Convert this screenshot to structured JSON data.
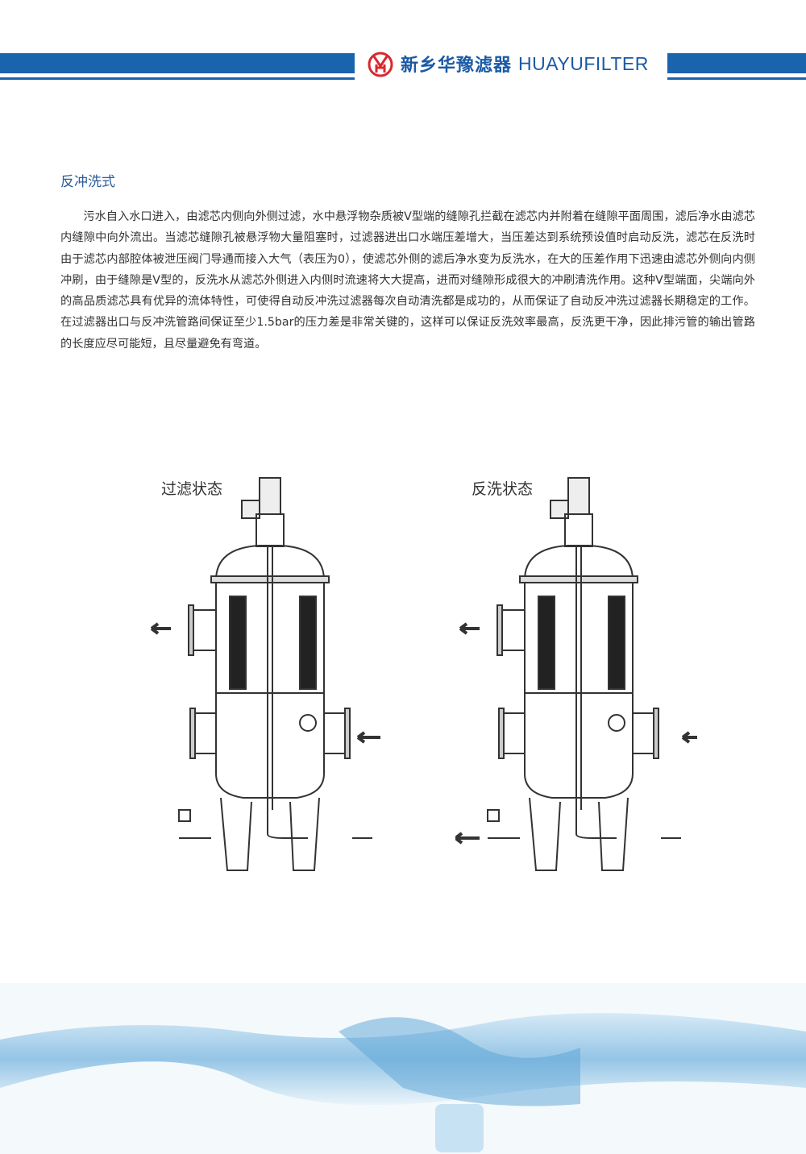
{
  "header": {
    "brand_cn": "新乡华豫滤器",
    "brand_en": "HUAYUFILTER",
    "brand_color": "#1a64ad",
    "logo_color": "#d8282f"
  },
  "section": {
    "title": "反冲洗式",
    "body": "污水自入水口进入，由滤芯内侧向外侧过滤，水中悬浮物杂质被V型端的缝隙孔拦截在滤芯内并附着在缝隙平面周围，滤后净水由滤芯内缝隙中向外流出。当滤芯缝隙孔被悬浮物大量阻塞时，过滤器进出口水端压差增大，当压差达到系统预设值时启动反洗，滤芯在反洗时由于滤芯内部腔体被泄压阀门导通而接入大气（表压为0），使滤芯外侧的滤后净水变为反洗水，在大的压差作用下迅速由滤芯外侧向内侧冲刷，由于缝隙是V型的，反洗水从滤芯外侧进入内侧时流速将大大提高，进而对缝隙形成很大的冲刷清洗作用。这种V型端面，尖端向外的高品质滤芯具有优异的流体特性，可使得自动反冲洗过滤器每次自动清洗都是成功的，从而保证了自动反冲洗过滤器长期稳定的工作。在过滤器出口与反冲洗管路间保证至少1.5bar的压力差是非常关键的，这样可以保证反洗效率最高，反洗更干净，因此排污管的输出管路的长度应尽可能短，且尽量避免有弯道。"
  },
  "diagrams": [
    {
      "label": "过滤状态"
    },
    {
      "label": "反洗状态"
    }
  ]
}
